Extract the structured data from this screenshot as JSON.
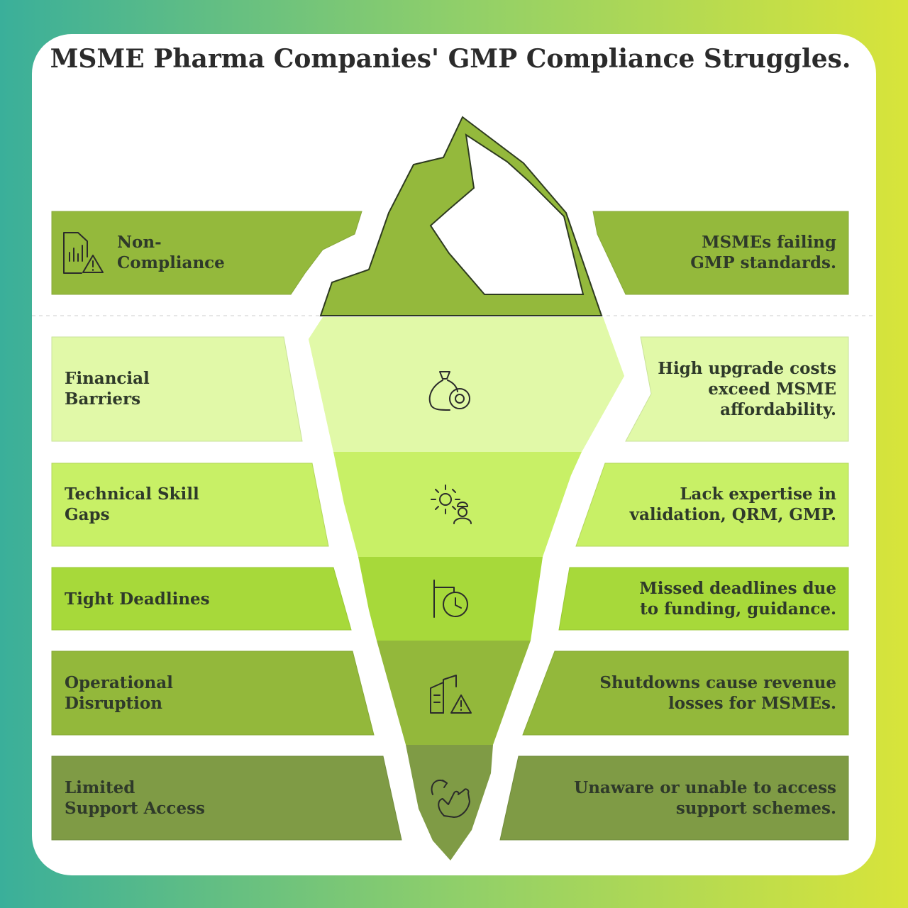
{
  "title": "MSME Pharma Companies' GMP Compliance Struggles.",
  "layers": [
    {
      "left_label": "Non-\nCompliance",
      "right_label": "MSMEs failing\nGMP standards.",
      "icon": "document-chart-warning-icon",
      "color": "#94b93c"
    },
    {
      "left_label": "Financial\nBarriers",
      "right_label": "High upgrade costs\nexceed MSME\naffordability.",
      "icon": "money-bag-coin-icon",
      "color": "#e1f9a8"
    },
    {
      "left_label": "Technical Skill\nGaps",
      "right_label": "Lack expertise in\nvalidation, QRM, GMP.",
      "icon": "gear-engineer-icon",
      "color": "#c8f066"
    },
    {
      "left_label": "Tight Deadlines",
      "right_label": "Missed deadlines due\nto funding, guidance.",
      "icon": "sign-clock-icon",
      "color": "#a7d93a"
    },
    {
      "left_label": "Operational\nDisruption",
      "right_label": "Shutdowns cause revenue\nlosses for MSMEs.",
      "icon": "factory-warning-icon",
      "color": "#93b83b"
    },
    {
      "left_label": "Limited\nSupport Access",
      "right_label": "Unaware or unable to access\nsupport schemes.",
      "icon": "hand-support-icon",
      "color": "#7f9b45"
    }
  ]
}
